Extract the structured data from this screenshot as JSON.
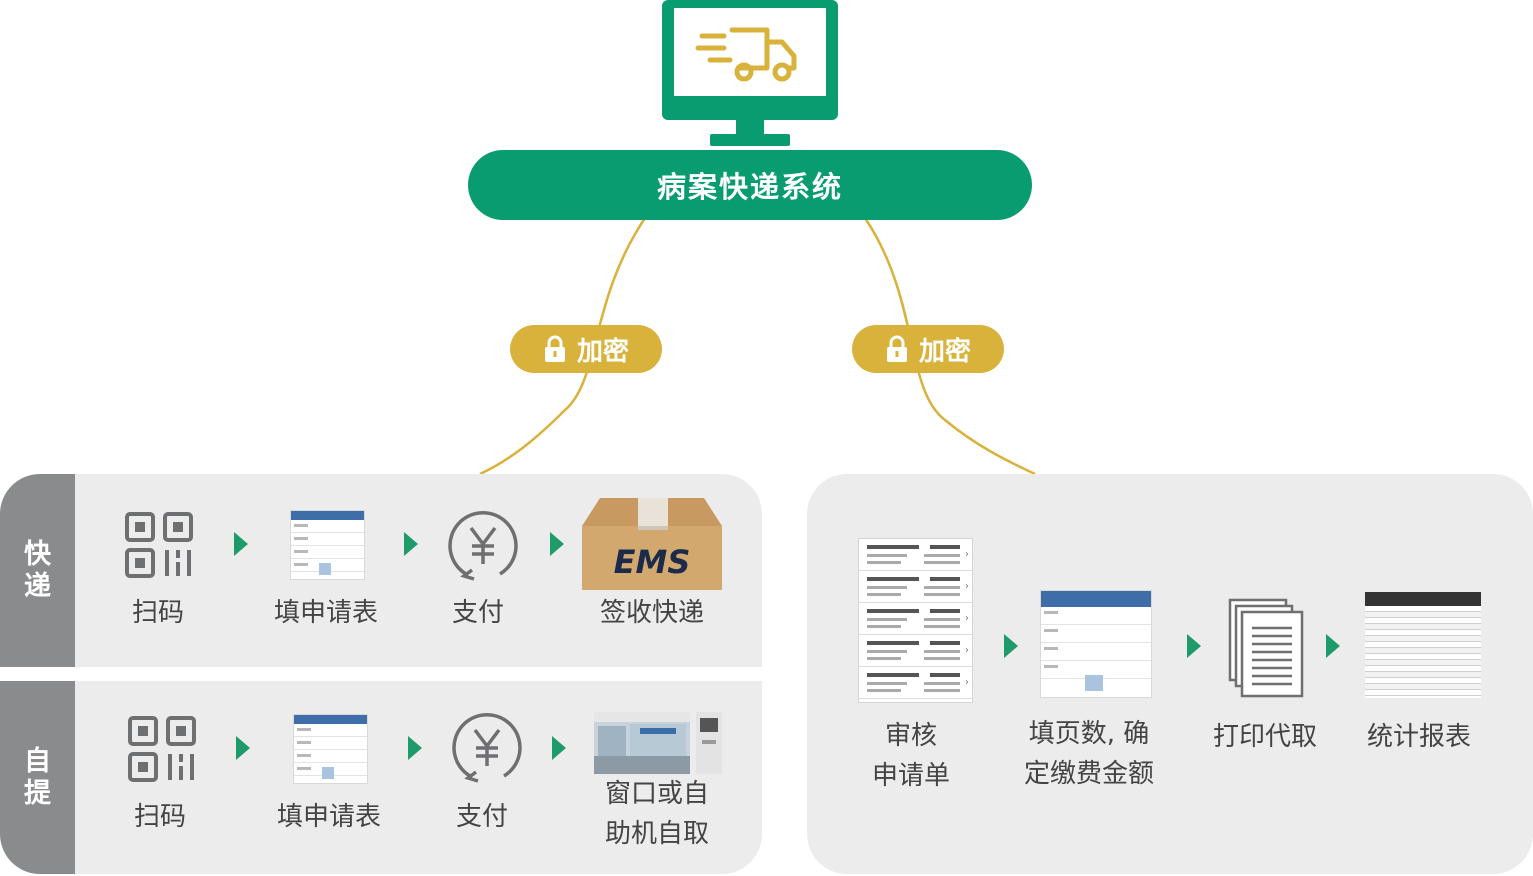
{
  "colors": {
    "green": "#0a9c71",
    "gold": "#d8b23b",
    "panel": "#ececec",
    "side": "#8a8b8d",
    "icon_gray": "#6e6f71",
    "arrow": "#1f9a6a"
  },
  "system": {
    "title": "病案快递系统",
    "monitor_icon": "delivery-truck-icon"
  },
  "encrypt": {
    "left_label": "加密",
    "right_label": "加密",
    "icon": "lock-icon"
  },
  "express": {
    "side_label": [
      "快",
      "递"
    ],
    "steps": [
      {
        "label": "扫码",
        "icon": "qr-code-icon"
      },
      {
        "label": "填申请表",
        "icon": "form-thumbnail"
      },
      {
        "label": "支付",
        "icon": "yuan-icon"
      },
      {
        "label": "签收快递",
        "icon": "ems-box-image",
        "logo_text": "EMS"
      }
    ]
  },
  "pickup": {
    "side_label": [
      "自",
      "提"
    ],
    "steps": [
      {
        "label": "扫码",
        "icon": "qr-code-icon"
      },
      {
        "label": "填申请表",
        "icon": "form-thumbnail"
      },
      {
        "label": "支付",
        "icon": "yuan-icon"
      },
      {
        "label_lines": [
          "窗口或自",
          "助机自取"
        ],
        "icon": "window-kiosk-image"
      }
    ]
  },
  "hospital": {
    "steps": [
      {
        "label_lines": [
          "审核",
          "申请单"
        ],
        "icon": "application-list-thumbnail"
      },
      {
        "label_lines": [
          "填页数, 确",
          "定缴费金额"
        ],
        "icon": "form-thumbnail"
      },
      {
        "label": "打印代取",
        "icon": "document-stack-icon"
      },
      {
        "label": "统计报表",
        "icon": "report-table-thumbnail"
      }
    ]
  }
}
